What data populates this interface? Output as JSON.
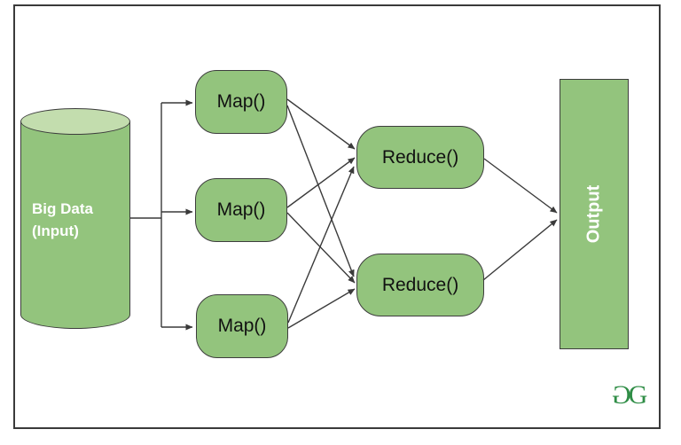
{
  "diagram": {
    "input_node": {
      "line1": "Big Data",
      "line2": "(Input)"
    },
    "map_nodes": [
      {
        "label": "Map()"
      },
      {
        "label": "Map()"
      },
      {
        "label": "Map()"
      }
    ],
    "reduce_nodes": [
      {
        "label": "Reduce()"
      },
      {
        "label": "Reduce()"
      }
    ],
    "output_node": {
      "label": "Output"
    },
    "logo": {
      "first": "G",
      "second": "G"
    },
    "colors": {
      "node_fill": "#93c47d",
      "cylinder_top_fill": "#c3ddae",
      "node_border": "#3d3d3d",
      "arrow": "#3a3a3a",
      "frame_border": "#3a3a3a",
      "node_text_dark": "#111111",
      "node_text_light": "#ffffff",
      "logo_green": "#2f8d46",
      "background": "#ffffff"
    }
  }
}
